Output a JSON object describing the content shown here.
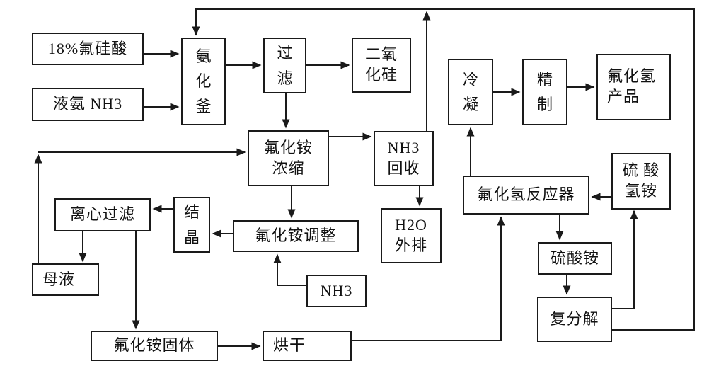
{
  "diagram": {
    "type": "process-flowchart",
    "language": "zh",
    "nodes": {
      "acid": {
        "label": "18%氟硅酸"
      },
      "liquid_ammonia": {
        "label": "液氨 NH3"
      },
      "ammoniation_kettle": {
        "label": "氨\n化\n釜"
      },
      "filtration": {
        "label": "过\n滤"
      },
      "silicon_dioxide": {
        "label": "二氧\n化硅"
      },
      "nh4f_concentration": {
        "label": "氟化铵\n浓缩"
      },
      "nh3_recovery": {
        "label": "NH3\n回收"
      },
      "h2o_discharge": {
        "label": "H2O\n外排"
      },
      "condensation": {
        "label": "冷\n凝"
      },
      "refining": {
        "label": "精\n制"
      },
      "hf_product": {
        "label": "氟化氢\n产品"
      },
      "hf_reactor": {
        "label": "氟化氢反应器"
      },
      "ammonium_bisulfate": {
        "label": "硫 酸\n氢铵"
      },
      "ammonium_sulfate": {
        "label": "硫酸铵"
      },
      "metathesis": {
        "label": "复分解"
      },
      "centrifugal_filtration": {
        "label": "离心过滤"
      },
      "crystallization": {
        "label": "结\n晶"
      },
      "nh4f_adjustment": {
        "label": "氟化铵调整"
      },
      "nh3_makeup": {
        "label": "NH3"
      },
      "mother_liquor": {
        "label": "母液"
      },
      "nh4f_solid": {
        "label": "氟化铵固体"
      },
      "drying": {
        "label": "烘干"
      }
    },
    "colors": {
      "line": "#1a1a1a",
      "box_border": "#1a1a1a",
      "text": "#111111",
      "background": "#ffffff"
    }
  }
}
